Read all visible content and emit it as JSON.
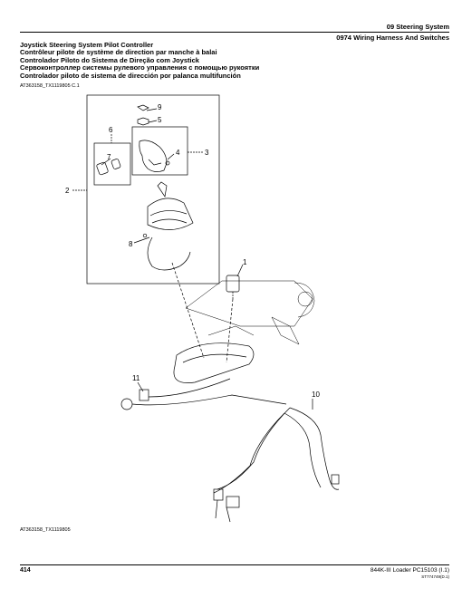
{
  "header": {
    "section": "09 Steering System",
    "group": "0974 Wiring Harness And Switches"
  },
  "title_lines": [
    "Joystick Steering System Pilot Controller",
    "Contrôleur pilote de système de direction par manche à balai",
    "Controlador Piloto do Sistema de Direção com Joystick",
    "Сервоконтроллер системы рулевого управления с помощью рукоятки",
    "Controlador piloto de sistema de dirección por palanca multifunción"
  ],
  "figure_id_top": "AT363158_TX1119805 C.1",
  "figure_id_bottom": "AT363158_TX1119805",
  "callouts": [
    "1",
    "2",
    "3",
    "4",
    "5",
    "6",
    "7",
    "8",
    "9",
    "10",
    "11"
  ],
  "footer": {
    "page_number": "414",
    "book": "844K-III Loader   PC15103   (I.1)",
    "code": "ST774749(D.1)"
  }
}
